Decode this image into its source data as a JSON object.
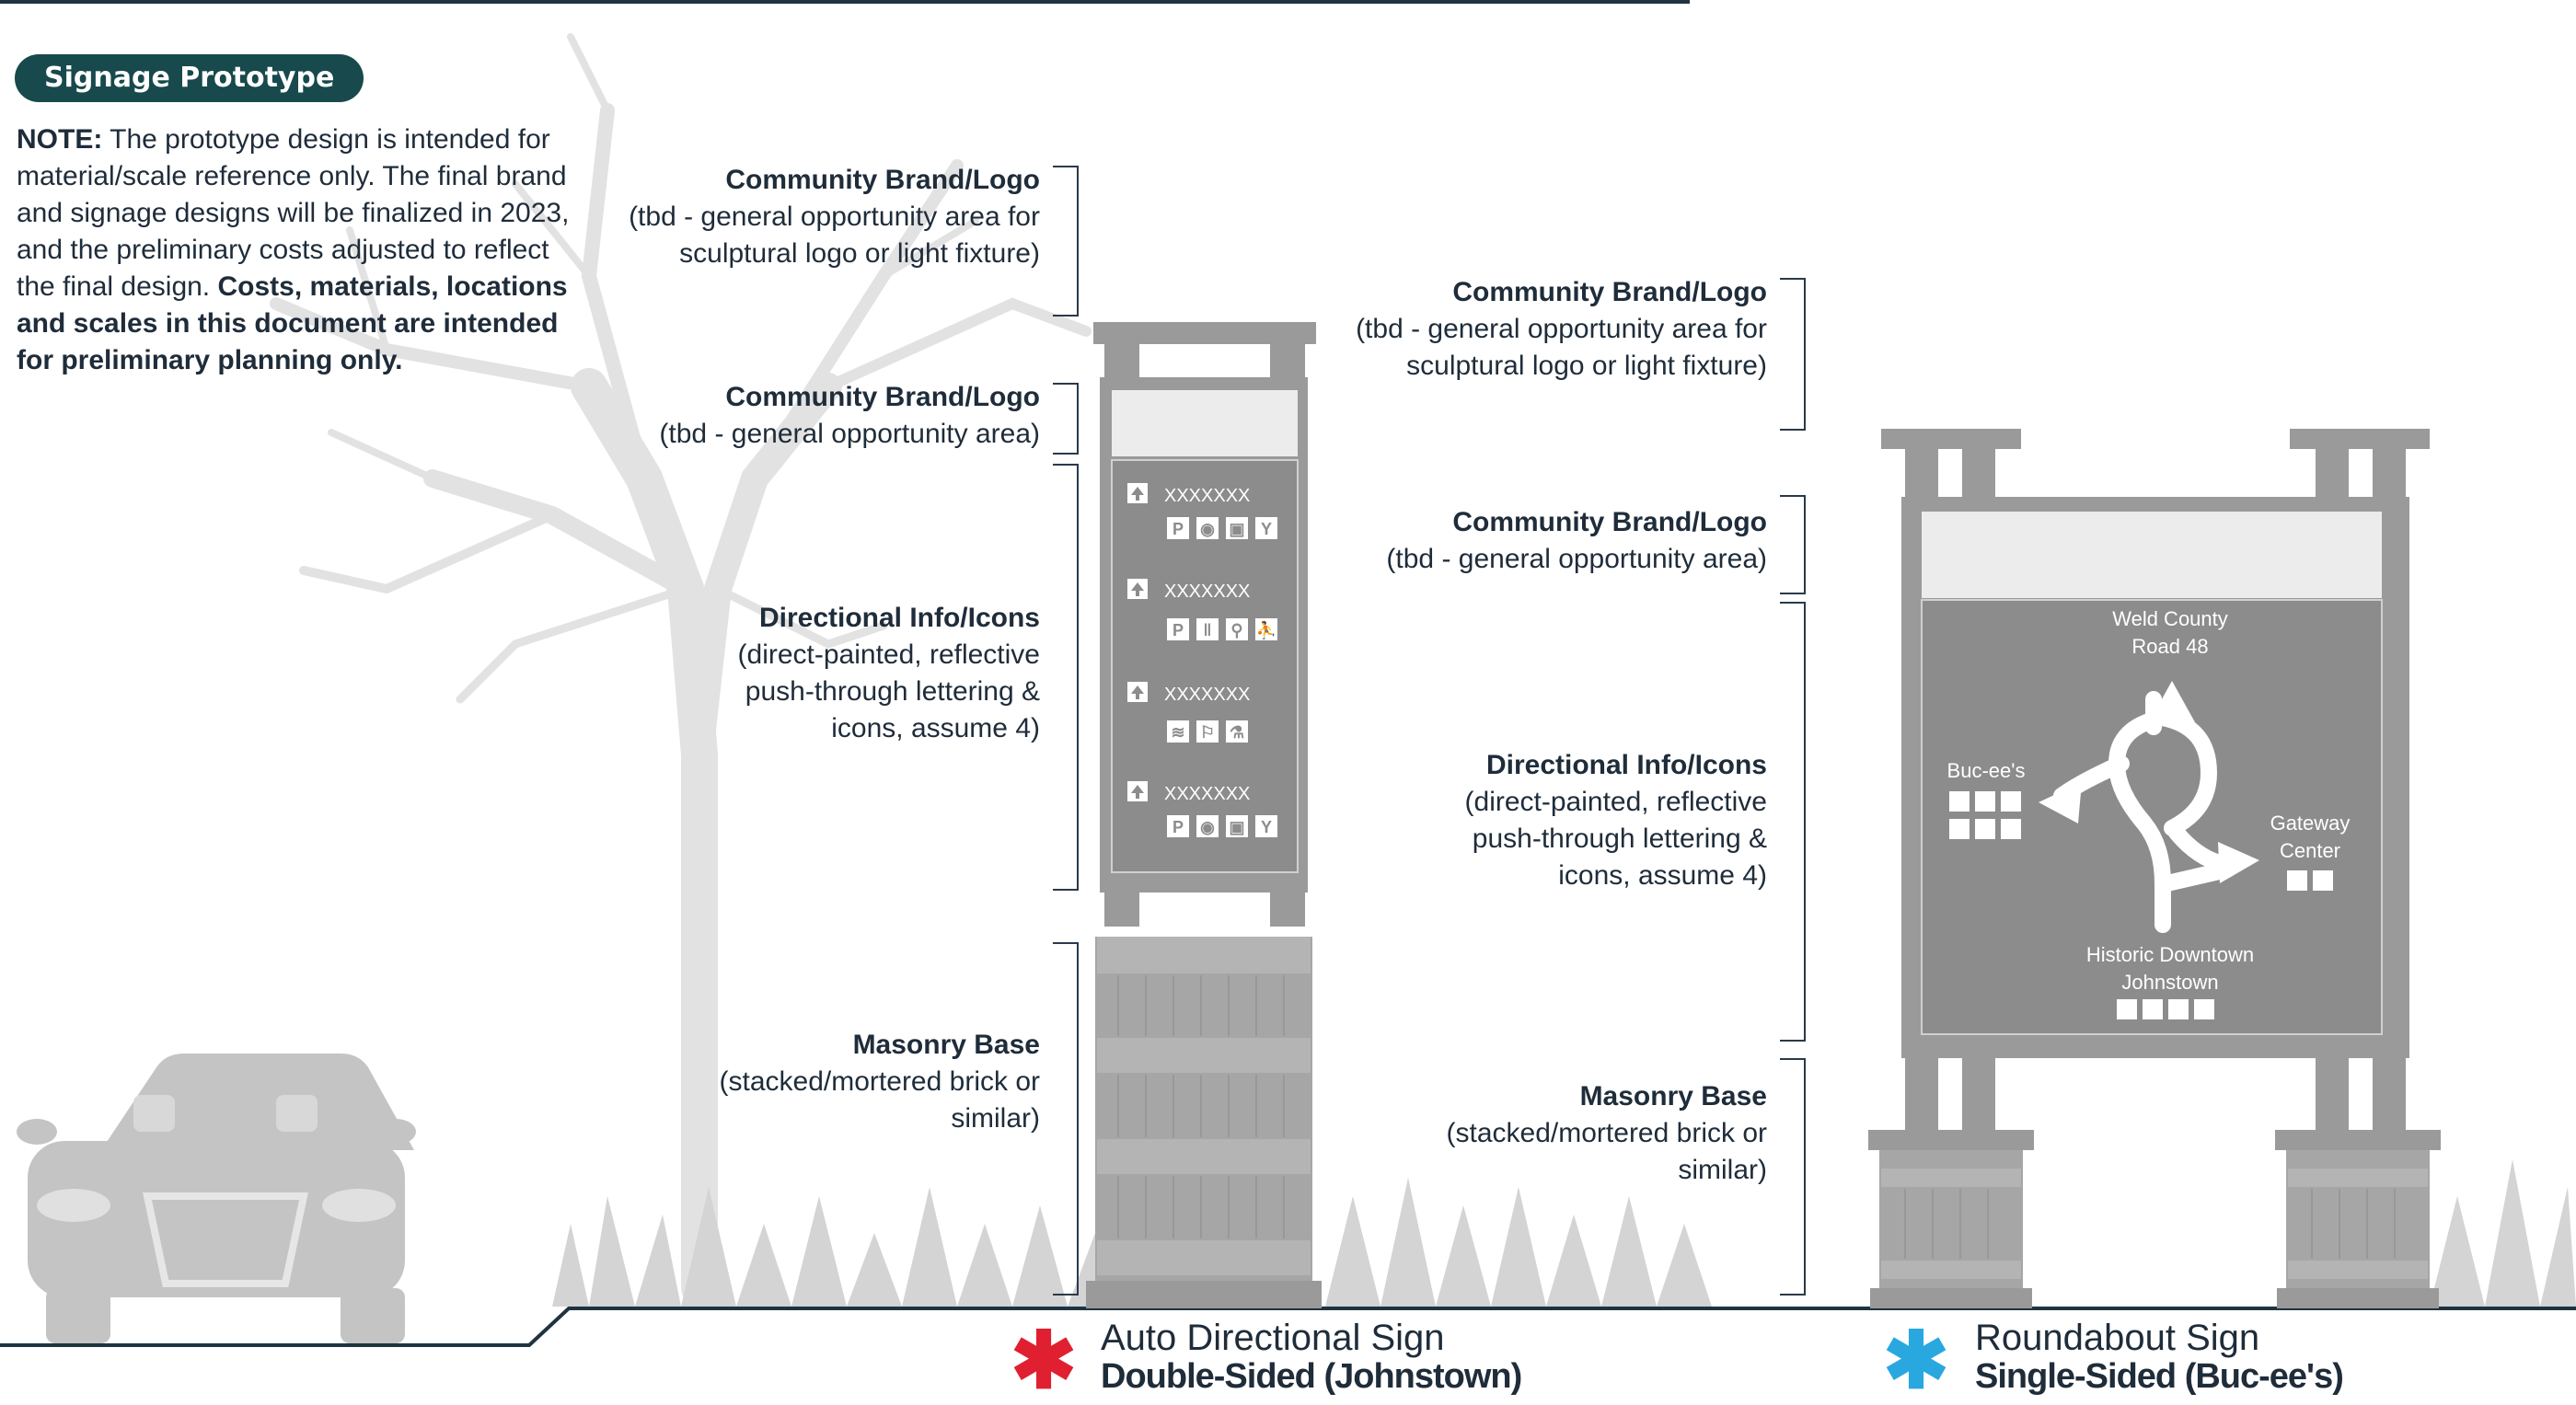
{
  "header": {
    "badge": "Signage Prototype"
  },
  "note": {
    "lead": "NOTE:",
    "body": " The prototype design is intended for material/scale reference only.  The final brand and signage designs will be finalized in 2023, and the preliminary costs adjusted to reflect the final design.  ",
    "emphasis": "Costs, materials, locations and scales in this document are intended for preliminary planning only."
  },
  "auto_sign": {
    "annotations": [
      {
        "title": "Community Brand/Logo",
        "desc": "(tbd - general opportunity area for sculptural logo or light fixture)"
      },
      {
        "title": "Community Brand/Logo",
        "desc": "(tbd - general opportunity area)"
      },
      {
        "title": "Directional Info/Icons",
        "desc": "(direct-painted, reflective push-through lettering & icons, assume 4)"
      },
      {
        "title": "Masonry Base",
        "desc": "(stacked/mortered brick or similar)"
      }
    ],
    "rows": [
      {
        "label": "XXXXXXX",
        "icons": [
          "P",
          "◉",
          "▣",
          "Y"
        ]
      },
      {
        "label": "XXXXXXX",
        "icons": [
          "P",
          "‖",
          "⚲",
          "⛹"
        ]
      },
      {
        "label": "XXXXXXX",
        "icons": [
          "≋",
          "⚐",
          "⚗"
        ]
      },
      {
        "label": "XXXXXXX",
        "icons": [
          "P",
          "◉",
          "▣",
          "Y"
        ]
      }
    ],
    "caption_line1": "Auto Directional Sign",
    "caption_line2": "Double-Sided (Johnstown)",
    "star_color": "#e02030",
    "star_char": "✱"
  },
  "roundabout_sign": {
    "annotations": [
      {
        "title": "Community Brand/Logo",
        "desc": "(tbd - general opportunity area for sculptural logo or light fixture)"
      },
      {
        "title": "Community Brand/Logo",
        "desc": "(tbd - general opportunity area)"
      },
      {
        "title": "Directional Info/Icons",
        "desc": "(direct-painted, reflective push-through lettering & icons, assume 4)"
      },
      {
        "title": "Masonry Base",
        "desc": "(stacked/mortered brick or similar)"
      }
    ],
    "destinations": {
      "top_line1": "Weld County",
      "top_line2": "Road 48",
      "left": "Buc-ee's",
      "right_line1": "Gateway",
      "right_line2": "Center",
      "bottom_line1": "Historic Downtown",
      "bottom_line2": "Johnstown"
    },
    "caption_line1": "Roundabout Sign",
    "caption_line2": "Single-Sided (Buc-ee's)",
    "star_color": "#29a8e0",
    "star_char": "✱"
  },
  "colors": {
    "dark_navy": "#1f3340",
    "badge_teal": "#17494d",
    "sign_gray": "#9a9a9a",
    "brick_gray": "#a6a6a6",
    "panel_light": "#e8e8e8",
    "scenery_gray": "#dcdcdc"
  },
  "icons": {
    "car": "car-silhouette",
    "tree": "bare-tree",
    "grass": "grass-tufts"
  }
}
